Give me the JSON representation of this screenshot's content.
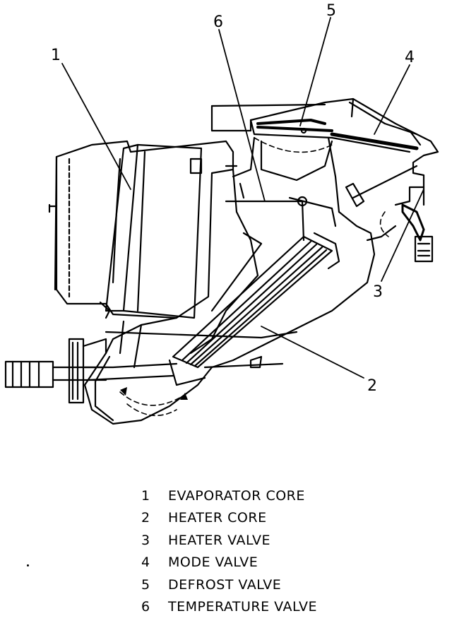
{
  "callouts": [
    {
      "num": "1"
    },
    {
      "num": "2"
    },
    {
      "num": "3"
    },
    {
      "num": "4"
    },
    {
      "num": "5"
    },
    {
      "num": "6"
    }
  ],
  "legend": [
    {
      "num": "1",
      "label": "EVAPORATOR CORE"
    },
    {
      "num": "2",
      "label": "HEATER CORE"
    },
    {
      "num": "3",
      "label": "HEATER VALVE"
    },
    {
      "num": "4",
      "label": "MODE VALVE"
    },
    {
      "num": "5",
      "label": "DEFROST VALVE"
    },
    {
      "num": "6",
      "label": "TEMPERATURE VALVE"
    }
  ]
}
